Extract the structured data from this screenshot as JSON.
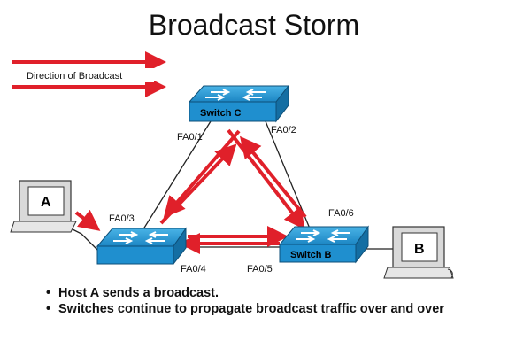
{
  "title": "Broadcast Storm",
  "legend": {
    "label": "Direction of Broadcast",
    "arrow_color": "#e0202a"
  },
  "switches": {
    "c": {
      "label": "Switch C",
      "port_left": "FA0/1",
      "port_right": "FA0/2"
    },
    "a": {
      "port_top": "FA0/3",
      "port_bottom": "FA0/4"
    },
    "b": {
      "label": "Switch B",
      "port_top": "FA0/6",
      "port_bottom": "FA0/5"
    }
  },
  "hosts": {
    "a": "A",
    "b": "B"
  },
  "colors": {
    "switch_blue": "#1f8fcf",
    "arrow_red": "#e0202a"
  },
  "bullets": [
    "Host A sends a broadcast.",
    "Switches continue to propagate broadcast traffic over and over"
  ]
}
